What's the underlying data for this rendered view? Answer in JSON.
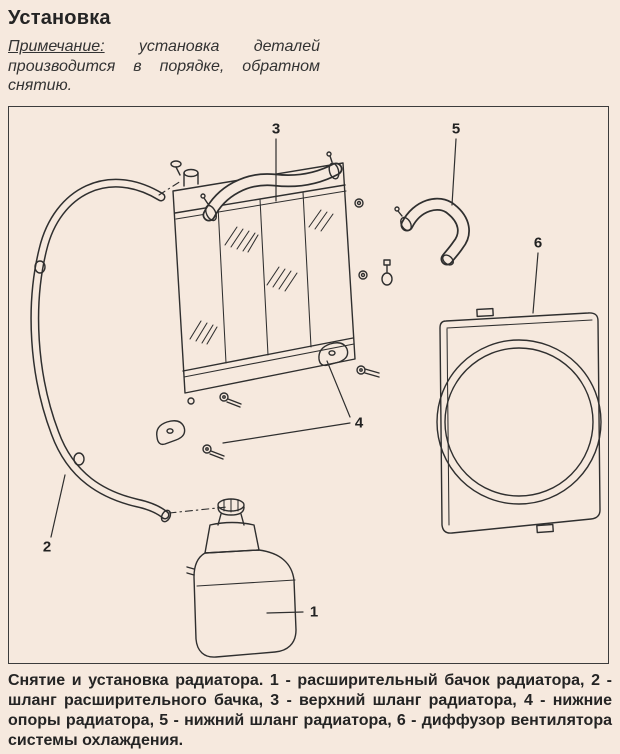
{
  "page": {
    "title": "Установка",
    "note_label": "Примечание:",
    "note_text": "установка деталей производится в порядке, обратном снятию.",
    "caption": "Снятие и установка радиатора. 1 - расширительный бачок радиатора, 2 - шланг расширительного бачка, 3 - верхний шланг радиатора, 4 - нижние опоры радиатора, 5 - нижний шланг радиатора, 6 - диффузор вентилятора системы охлаждения."
  },
  "figure": {
    "callouts": [
      {
        "id": "1"
      },
      {
        "id": "2"
      },
      {
        "id": "3"
      },
      {
        "id": "4"
      },
      {
        "id": "5"
      },
      {
        "id": "6"
      }
    ]
  },
  "colors": {
    "background": "#f6e9de",
    "ink": "#2f2f2f"
  }
}
